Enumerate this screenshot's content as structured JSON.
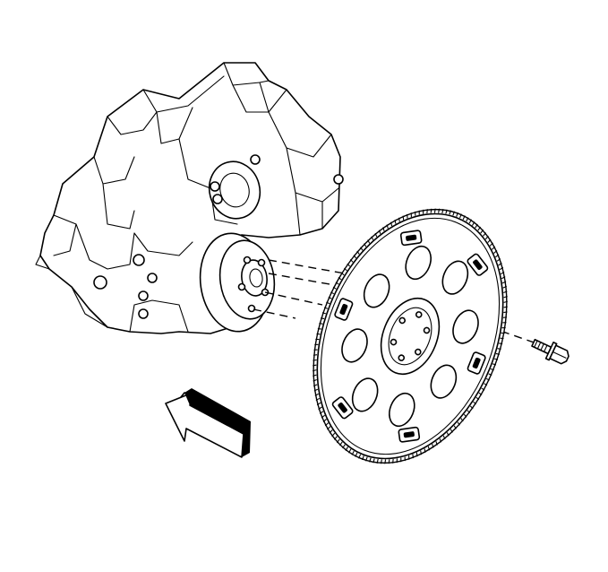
{
  "figure": {
    "components": [
      "engine-block",
      "crankshaft-flange",
      "flywheel",
      "flywheel-bolt",
      "direction-arrow"
    ],
    "stroke_color": "#000000",
    "background_color": "#ffffff"
  }
}
